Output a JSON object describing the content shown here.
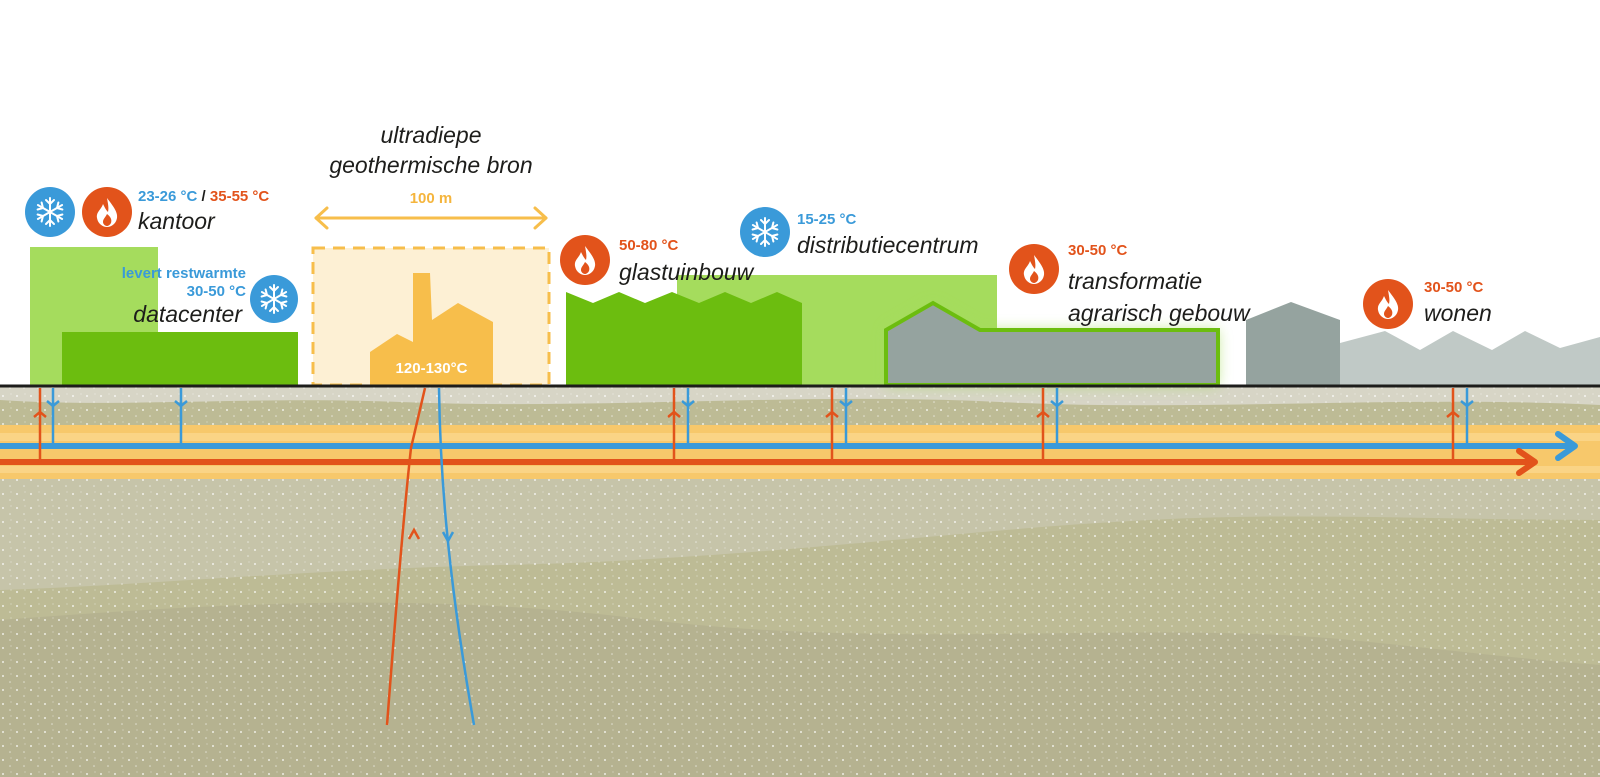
{
  "source": {
    "title_line1": "ultradiepe",
    "title_line2": "geothermische bron",
    "width_label": "100 m",
    "temperature": "120-130°C"
  },
  "kantoor": {
    "cold_temp": "23-26 °C",
    "separator": "/",
    "heat_temp": "35-55 °C",
    "name": "kantoor"
  },
  "datacenter": {
    "note": "levert restwarmte",
    "temp": "30-50 °C",
    "name": "datacenter"
  },
  "glastuinbouw": {
    "temp": "50-80 °C",
    "name": "glastuinbouw"
  },
  "distributiecentrum": {
    "temp": "15-25 °C",
    "name": "distributiecentrum"
  },
  "transformatie": {
    "temp": "30-50 °C",
    "name_line1": "transformatie",
    "name_line2": "agrarisch gebouw"
  },
  "wonen": {
    "temp": "30-50 °C",
    "name": "wonen"
  },
  "icons": {
    "heat": "flame-icon",
    "cold": "snowflake-icon"
  },
  "colors": {
    "heat": "#e2531b",
    "cold": "#3a9ad9",
    "pipe_band": "#f7c86b",
    "source": "#f7be4b",
    "green_dark": "#6cbd0f",
    "green_light": "#a5dc5d",
    "building_gray": "#95a39f",
    "ground": "#bdbb95"
  }
}
